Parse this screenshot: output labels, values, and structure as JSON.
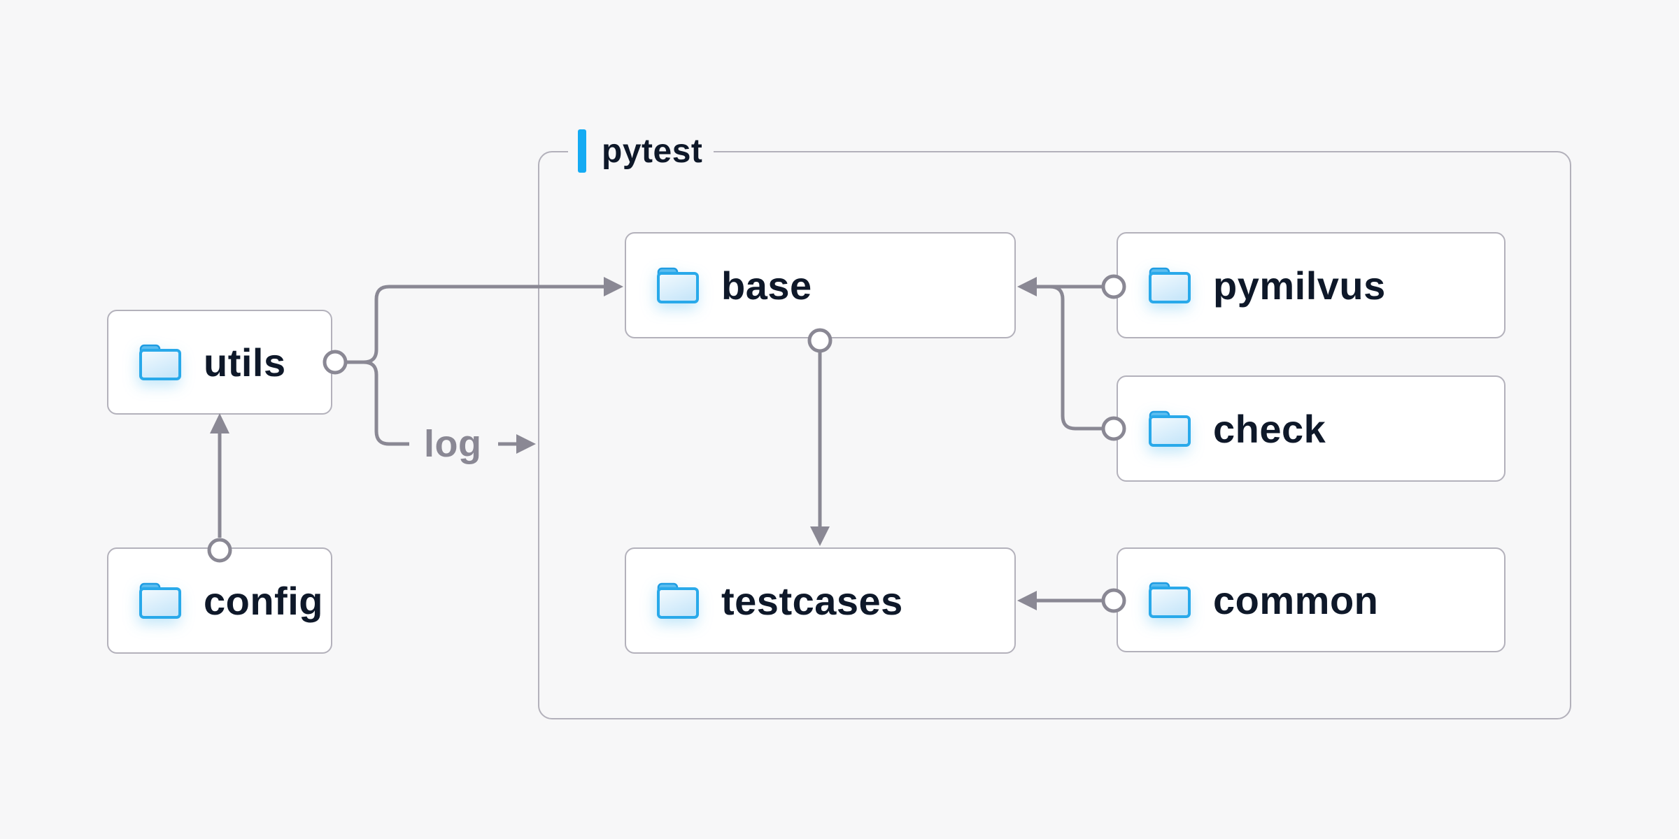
{
  "diagram": {
    "group": {
      "label": "pytest"
    },
    "nodes": {
      "utils": {
        "label": "utils",
        "icon": "folder-icon"
      },
      "config": {
        "label": "config",
        "icon": "folder-icon"
      },
      "base": {
        "label": "base",
        "icon": "folder-icon"
      },
      "pymilvus": {
        "label": "pymilvus",
        "icon": "folder-icon"
      },
      "check": {
        "label": "check",
        "icon": "folder-icon"
      },
      "testcases": {
        "label": "testcases",
        "icon": "folder-icon"
      },
      "common": {
        "label": "common",
        "icon": "folder-icon"
      }
    },
    "edges": {
      "utils_log_label": "log",
      "list": [
        "config -> utils",
        "utils -> base",
        "utils -> log (into pytest group)",
        "pymilvus -> base",
        "check -> base",
        "base -> testcases",
        "common -> testcases"
      ]
    },
    "colors": {
      "page_background": "#f7f7f8",
      "node_background": "#ffffff",
      "border_gray": "#b3b1bb",
      "connector_gray": "#8a8894",
      "text_navy": "#0e1829",
      "accent_blue": "#15abf3",
      "folder_blue": "#29a9ea"
    }
  }
}
